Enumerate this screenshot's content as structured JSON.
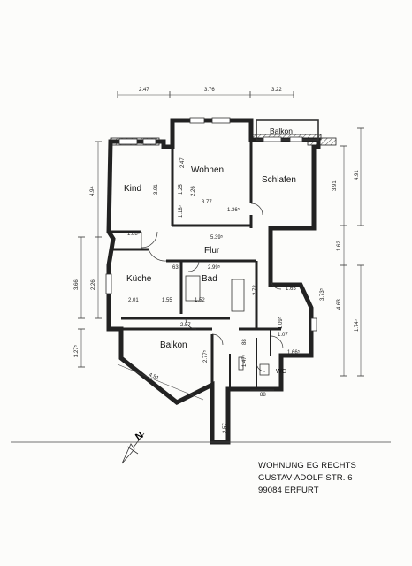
{
  "rooms": {
    "kind": "Kind",
    "wohnen": "Wohnen",
    "schlafen": "Schlafen",
    "flur": "Flur",
    "kueche": "Küche",
    "bad": "Bad",
    "balkon_top": "Balkon",
    "balkon_bottom": "Balkon",
    "wc": "WC"
  },
  "dimensions": {
    "top_1": "2.47",
    "top_2": "3.76",
    "top_3": "3.22",
    "left_top": "4.94",
    "right_top": "4.91",
    "left_mid_1": "3.66",
    "left_mid_2": "2.26",
    "left_low": "3.27⁵",
    "right_mid_1": "1.62",
    "right_mid_2": "4.63",
    "right_low": "1.74⁵",
    "kind_h": "3.91",
    "wohnen_h": "2.47",
    "wohnen_h2": "2.26",
    "door_125": "1.25",
    "door_118": "1.18⁵",
    "wohnen_w": "3.77",
    "wohnen_w2": "1.36⁵",
    "schlafen_h": "3.91",
    "kind_w": "1.88⁵",
    "flur_w": "5.39⁵",
    "flur_63": "63",
    "bad_w": "2.99⁵",
    "flur_h": "2.72",
    "flur_165": "1.65",
    "flur_373": "3.73⁵",
    "kueche_201": "2.01",
    "kueche_155": "1.55",
    "bad_152": "1.52",
    "kueche_257": "2.57",
    "wc_109": "1.09⁵",
    "wc_107": "1.07",
    "wc_88": "88",
    "wc_147": "1.47⁵",
    "wc_166": "1.66⁵",
    "wc_88b": "88",
    "balkon_277": "2.77⁵",
    "balkon_257": "2.57",
    "balkon_451": "4.51"
  },
  "north": "N",
  "caption": {
    "line1": "WOHNUNG EG RECHTS",
    "line2": "GUSTAV-ADOLF-STR. 6",
    "line3": "99084 ERFURT"
  }
}
